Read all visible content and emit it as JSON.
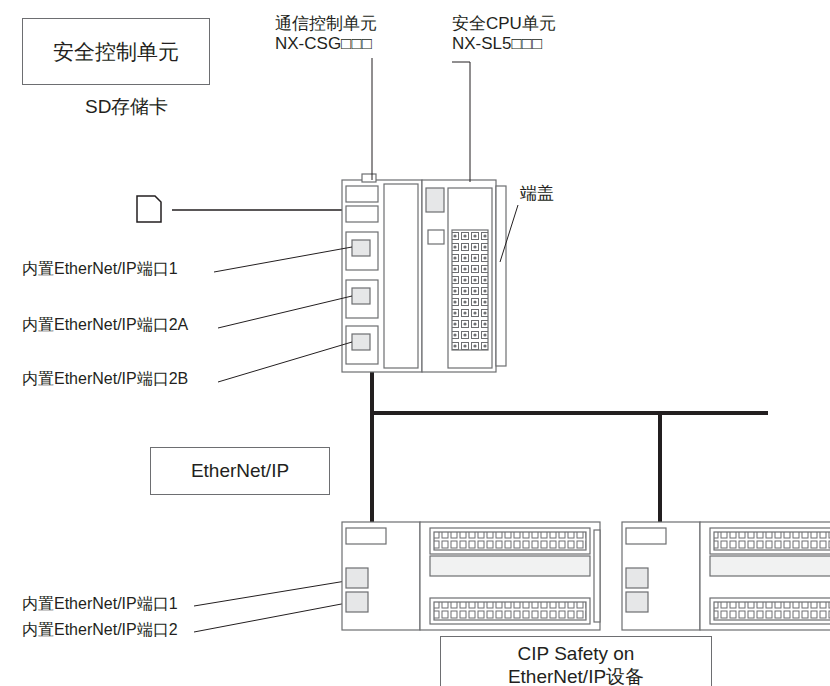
{
  "diagram": {
    "nodes": [
      {
        "text": [
          "安全控制单元"
        ]
      },
      {
        "text": [
          "EtherNet/IP"
        ]
      },
      {
        "text": [
          "CIP Safety on EtherNet/IP设备"
        ]
      }
    ],
    "labels": [
      "通信控制单元 NX-CSG□□□",
      "安全CPU单元 NX-SL5□□□",
      "SD存储卡",
      "端盖",
      "内置EtherNet/IP端口1",
      "内置EtherNet/IP端口2A",
      "内置EtherNet/IP端口2B",
      "内置EtherNet/IP端口1",
      "内置EtherNet/IP端口2"
    ]
  }
}
